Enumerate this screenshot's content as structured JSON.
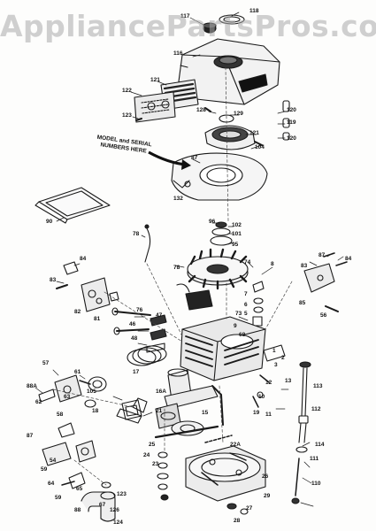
{
  "watermark": "AppliancePartsPros.com",
  "model_note": {
    "line1": "MODEL and SERIAL",
    "line2": "NUMBERS HERE"
  },
  "part_labels": [
    "117",
    "118",
    "116",
    "121",
    "122",
    "123",
    "128",
    "129",
    "120",
    "119",
    "120",
    "121",
    "104",
    "87",
    "90",
    "132",
    "96",
    "102",
    "101",
    "95",
    "78",
    "84",
    "83",
    "82",
    "81",
    "78",
    "74",
    "8",
    "7",
    "6",
    "5",
    "87",
    "84",
    "83",
    "85",
    "56",
    "76",
    "46",
    "48",
    "47",
    "73",
    "9",
    "68",
    "17",
    "1",
    "2",
    "3",
    "113",
    "57",
    "61",
    "63",
    "88A",
    "62",
    "58",
    "105",
    "18",
    "12",
    "10",
    "13",
    "19",
    "11",
    "15",
    "16A",
    "21",
    "25",
    "24",
    "112",
    "114",
    "111",
    "110",
    "87",
    "54",
    "59",
    "64",
    "59",
    "65",
    "88",
    "67",
    "126",
    "123",
    "124",
    "27",
    "28",
    "23",
    "22A",
    "26",
    "29"
  ]
}
